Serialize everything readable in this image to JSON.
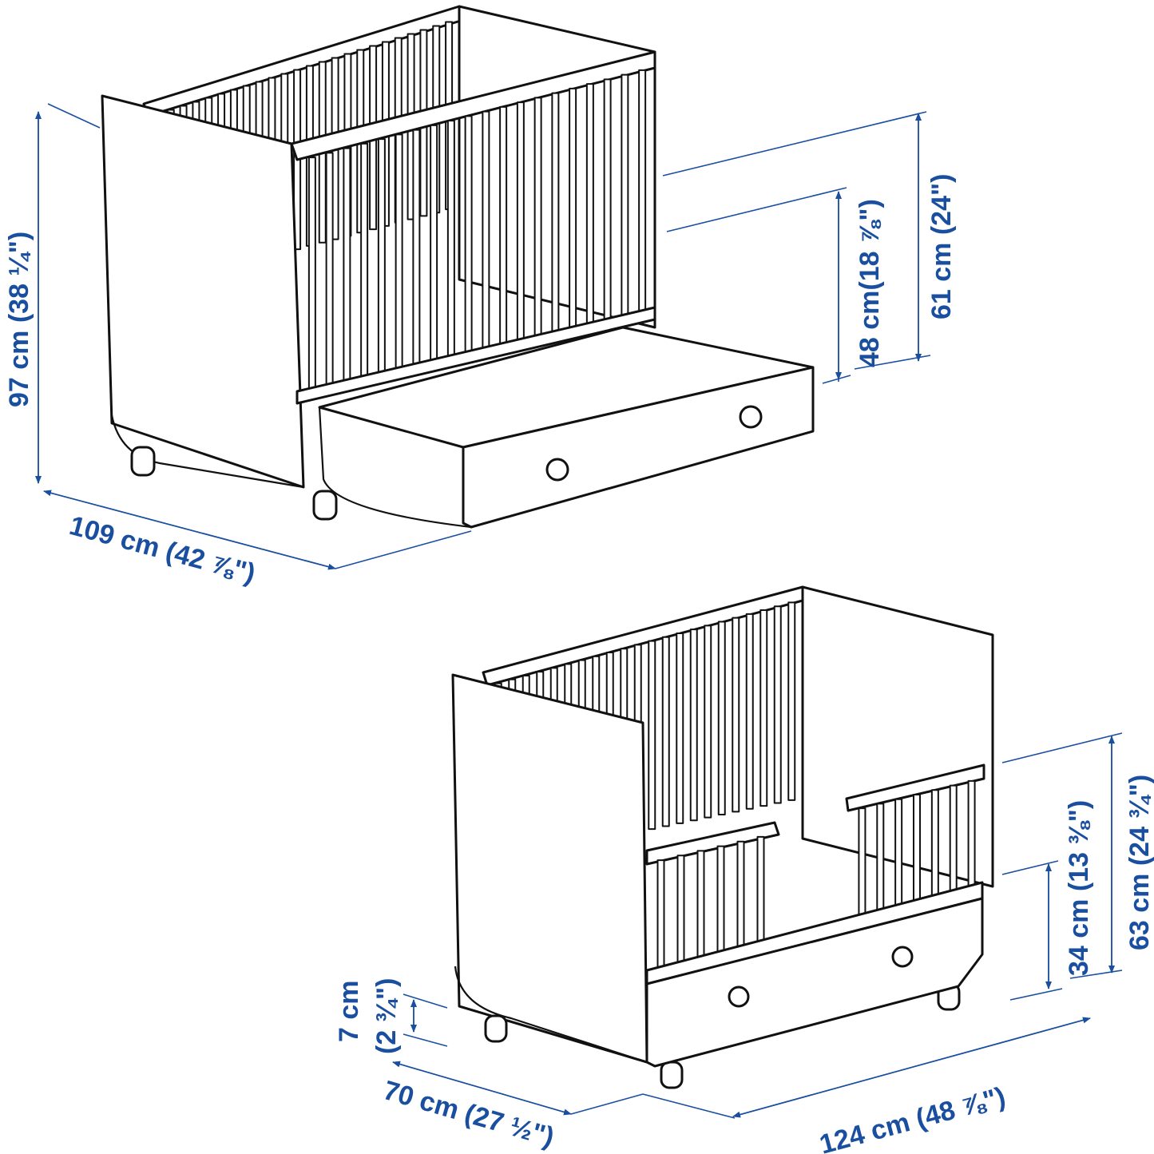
{
  "colors": {
    "dimension": "#1a4fa0",
    "line": "#111111"
  },
  "top_crib": {
    "height_total": "97 cm (38 ¼\")",
    "length": "109 cm (42 ⅞\")",
    "mattress_height": "48 cm(18 ⅞\")",
    "rail_height": "61 cm (24\")"
  },
  "bottom_bed": {
    "leg_height": "7 cm",
    "leg_height_in": "(2 ¾\")",
    "width": "70 cm (27 ½\")",
    "length": "124 cm (48 ⅞\")",
    "mattress_height": "34 cm (13 ⅜\")",
    "total_height": "63 cm (24 ¾\")"
  }
}
